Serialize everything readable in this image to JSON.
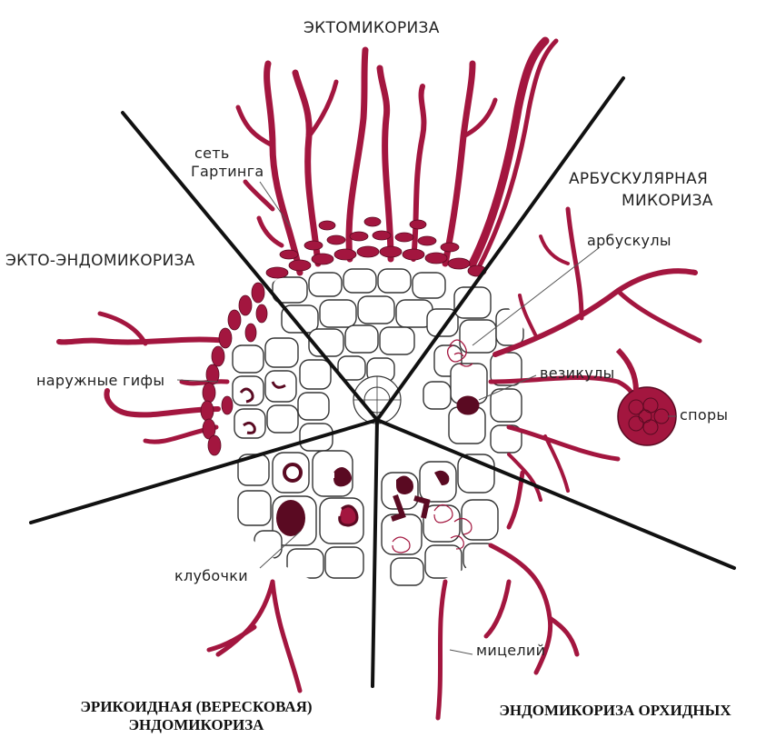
{
  "title": "ЭКТОМИКОРИЗА",
  "labels": {
    "hartig_net_1": "сеть",
    "hartig_net_2": "Гартинга",
    "arbuscular_1": "АРБУСКУЛЯРНАЯ",
    "arbuscular_2": "МИКОРИЗА",
    "arbuscules": "арбускулы",
    "ecto_endo": "ЭКТО-ЭНДОМИКОРИЗА",
    "external_hyphae": "наружные гифы",
    "vesicles": "везикулы",
    "spores": "споры",
    "coils": "клубочки",
    "mycelium": "мицелий"
  },
  "captions": {
    "ericoid_1": "ЭРИКОИДНАЯ (ВЕРЕСКОВАЯ)",
    "ericoid_2": "ЭНДОМИКОРИЗА",
    "orchid": "ЭНДОМИКОРИЗА ОРХИДНЫХ"
  },
  "colors": {
    "fungus": "#a3163f",
    "fungus_dark": "#5a0a22",
    "cell_line": "#333333",
    "divider": "#111111"
  }
}
